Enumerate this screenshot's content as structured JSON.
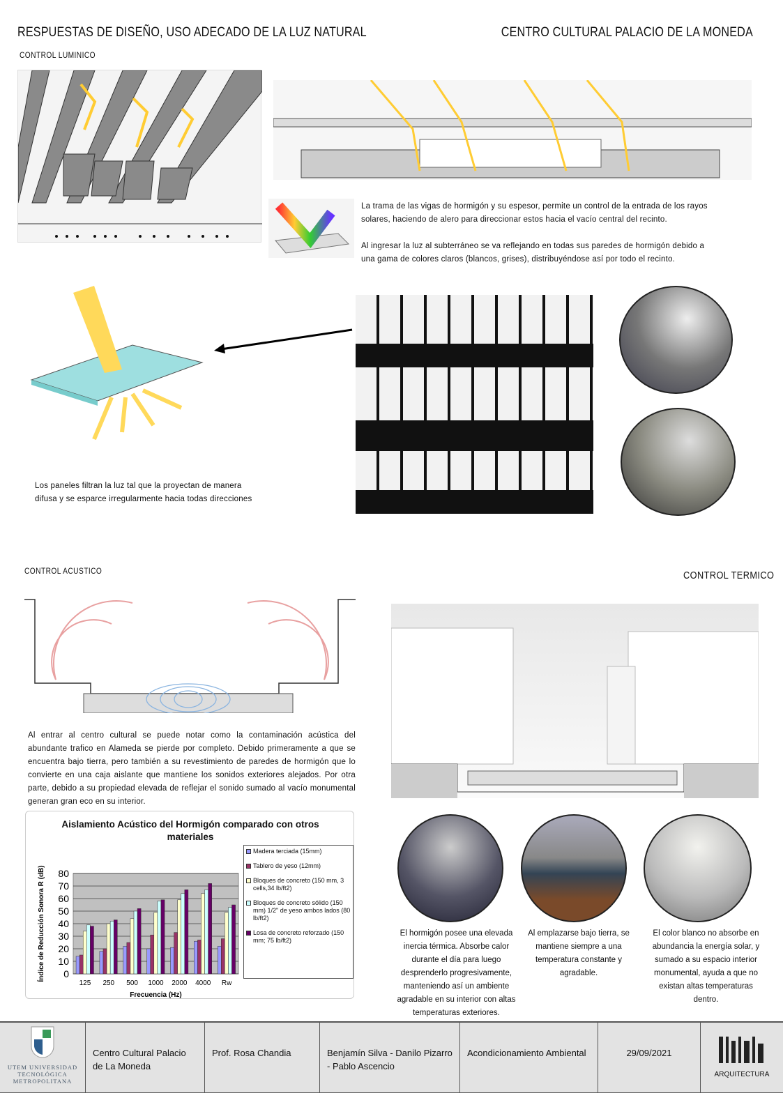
{
  "header": {
    "title_left": "RESPUESTAS DE DISEÑO, USO ADECADO DE LA LUZ NATURAL",
    "title_right": "CENTRO CULTURAL PALACIO DE LA MONEDA"
  },
  "luminico": {
    "section_label": "CONTROL LUMINICO",
    "para1": "La trama de las vigas de hormigón y su espesor, permite un control de la entrada de los rayos solares, haciendo de alero para direccionar estos hacia el vacío central del recinto.",
    "para2": "Al ingresar la luz al subterráneo se va reflejando en todas sus paredes de hormigón debido a una gama de colores claros (blancos, grises), distribuyéndose así por todo el recinto.",
    "caption": "Los paneles filtran la luz tal que la proyectan de manera difusa y se esparce irregularmente hacia todas direcciones"
  },
  "acustico": {
    "section_label": "CONTROL ACUSTICO",
    "para": "Al entrar al centro cultural se puede notar como la contaminación acústica del abundante trafico en Alameda se pierde por completo. Debido primeramente a que se encuentra bajo tierra, pero también a su revestimiento de paredes de hormigón que lo convierte en una caja aislante que mantiene los sonidos exteriores alejados. Por otra parte, debido a su propiedad elevada de reflejar el sonido sumado al vacío monumental generan gran eco en su interior."
  },
  "termico": {
    "section_label": "CONTROL TERMICO",
    "captions": [
      "El hormigón posee una elevada inercia térmica. Absorbe calor durante el día para luego desprenderlo progresivamente, manteniendo así un ambiente agradable en su interior con altas temperaturas exteriores.",
      "Al emplazarse bajo tierra, se mantiene siempre a una temperatura constante y agradable.",
      "El color blanco no absorbe en abundancia la energía solar, y sumado a su espacio interior monumental, ayuda a que no existan altas temperaturas dentro."
    ]
  },
  "chart_data": {
    "type": "bar",
    "title": "Aislamiento Acústico del Hormigón comparado con otros materiales",
    "xlabel": "Frecuencia (Hz)",
    "ylabel": "Índice de Reducción Sonora R (dB)",
    "ylim": [
      0,
      80
    ],
    "yticks": [
      0,
      10,
      20,
      30,
      40,
      50,
      60,
      70,
      80
    ],
    "grid": true,
    "legend_position": "right",
    "categories": [
      "125",
      "250",
      "500",
      "1000",
      "2000",
      "4000",
      "Rw"
    ],
    "series": [
      {
        "name": "Madera terciada (15mm)",
        "color": "#9999ff",
        "values": [
          14,
          18,
          22,
          20,
          21,
          26,
          22
        ]
      },
      {
        "name": "Tablero de yeso (12mm)",
        "color": "#993366",
        "values": [
          15,
          20,
          25,
          31,
          33,
          27,
          28
        ]
      },
      {
        "name": "Bloques de concreto (150 mm, 3 cells,34 lb/ft2)",
        "color": "#ffffcc",
        "values": [
          34,
          40,
          44,
          49,
          59,
          64,
          49
        ]
      },
      {
        "name": "Bloques de concreto sólido (150 mm) 1/2\" de yeso ambos lados (80 lb/ft2)",
        "color": "#ccffff",
        "values": [
          39,
          42,
          50,
          58,
          64,
          67,
          53
        ]
      },
      {
        "name": "Losa de concreto reforzado (150 mm; 75 lb/ft2)",
        "color": "#660066",
        "values": [
          38,
          43,
          52,
          59,
          67,
          72,
          55
        ]
      }
    ]
  },
  "footer": {
    "logo_left": "UTEM UNIVERSIDAD TECNOLÓGICA METROPOLITANA",
    "project": "Centro Cultural Palacio de La Moneda",
    "professor": "Prof. Rosa Chandia",
    "authors": "Benjamín Silva - Danilo Pizarro - Pablo Ascencio",
    "course": "Acondicionamiento Ambiental",
    "date": "29/09/2021",
    "logo_right": "ARQUITECTURA"
  }
}
